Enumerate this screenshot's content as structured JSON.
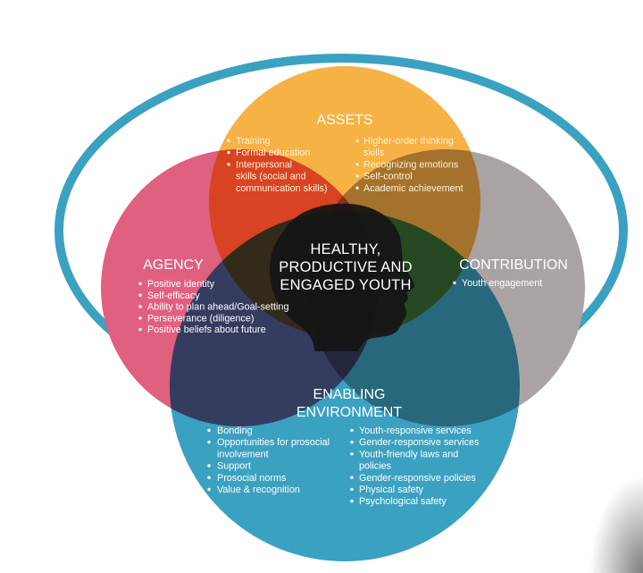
{
  "center": {
    "lines": [
      "HEALTHY,",
      "PRODUCTIVE AND",
      "ENGAGED YOUTH"
    ],
    "icon": "head-silhouette-icon"
  },
  "assets": {
    "title": "ASSETS",
    "left_items": [
      {
        "lines": [
          "Training"
        ]
      },
      {
        "lines": [
          "Formal education"
        ]
      },
      {
        "lines": [
          "Interpersonal",
          "skills (social and",
          "communication skills)"
        ]
      }
    ],
    "right_items": [
      {
        "lines": [
          "Higher-order thinking",
          "skills"
        ]
      },
      {
        "lines": [
          "Recognizing emotions"
        ]
      },
      {
        "lines": [
          "Self-control"
        ]
      },
      {
        "lines": [
          "Academic achievement"
        ]
      }
    ]
  },
  "agency": {
    "title": "AGENCY",
    "items": [
      {
        "lines": [
          "Positive identity"
        ]
      },
      {
        "lines": [
          "Self-efficacy"
        ]
      },
      {
        "lines": [
          "Ability to plan ahead/Goal-setting"
        ]
      },
      {
        "lines": [
          "Perseverance (diligence)"
        ]
      },
      {
        "lines": [
          "Positive beliefs about future"
        ]
      }
    ]
  },
  "contribution": {
    "title": "CONTRIBUTION",
    "items": [
      {
        "lines": [
          "Youth engagement"
        ]
      }
    ]
  },
  "enabling_environment": {
    "title_lines": [
      "ENABLING",
      "ENVIRONMENT"
    ],
    "left_items": [
      {
        "lines": [
          "Bonding"
        ]
      },
      {
        "lines": [
          "Opportunities for prosocial",
          "involvement"
        ]
      },
      {
        "lines": [
          "Support"
        ]
      },
      {
        "lines": [
          "Prosocial norms"
        ]
      },
      {
        "lines": [
          "Value & recognition"
        ]
      }
    ],
    "right_items": [
      {
        "lines": [
          "Youth-responsive services"
        ]
      },
      {
        "lines": [
          "Gender-responsive services"
        ]
      },
      {
        "lines": [
          "Youth-friendly laws and",
          "policies"
        ]
      },
      {
        "lines": [
          "Gender-responsive policies"
        ]
      },
      {
        "lines": [
          "Physical safety"
        ]
      },
      {
        "lines": [
          "Psychological safety"
        ]
      }
    ]
  },
  "colors": {
    "assets": "#f6b245",
    "agency": "#e0607f",
    "contribution": "#aaa3a4",
    "enabling_environment": "#3ba1c1",
    "outer_ring": "#3ba1c1",
    "silhouette": "#141414"
  }
}
